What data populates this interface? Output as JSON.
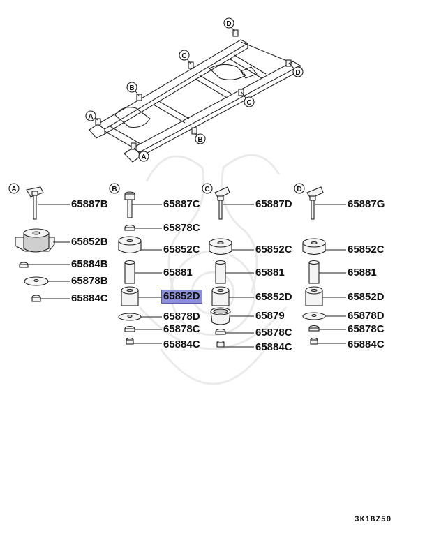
{
  "frame_callouts": [
    {
      "id": "fc-d-top",
      "letter": "D"
    },
    {
      "id": "fc-c-upper",
      "letter": "C"
    },
    {
      "id": "fc-d-right",
      "letter": "D"
    },
    {
      "id": "fc-b-upper",
      "letter": "B"
    },
    {
      "id": "fc-c-right",
      "letter": "C"
    },
    {
      "id": "fc-a-left",
      "letter": "A"
    },
    {
      "id": "fc-b-lower",
      "letter": "B"
    },
    {
      "id": "fc-a-lower",
      "letter": "A"
    }
  ],
  "columns": [
    {
      "letter": "A",
      "parts": [
        "65887B",
        "65852B",
        "65884B",
        "65878B",
        "65884C"
      ]
    },
    {
      "letter": "B",
      "parts": [
        "65887C",
        "65878C",
        "65852C",
        "65881",
        "65852D",
        "65878D",
        "65878C",
        "65884C"
      ]
    },
    {
      "letter": "C",
      "parts": [
        "65887D",
        "65852C",
        "65881",
        "65852D",
        "65879",
        "65878C",
        "65884C"
      ]
    },
    {
      "letter": "D",
      "parts": [
        "65887G",
        "65852C",
        "65881",
        "65852D",
        "65878D",
        "65878C",
        "65884C"
      ]
    }
  ],
  "highlighted_part": "65852D",
  "diagram_code": "3K1BZ50"
}
